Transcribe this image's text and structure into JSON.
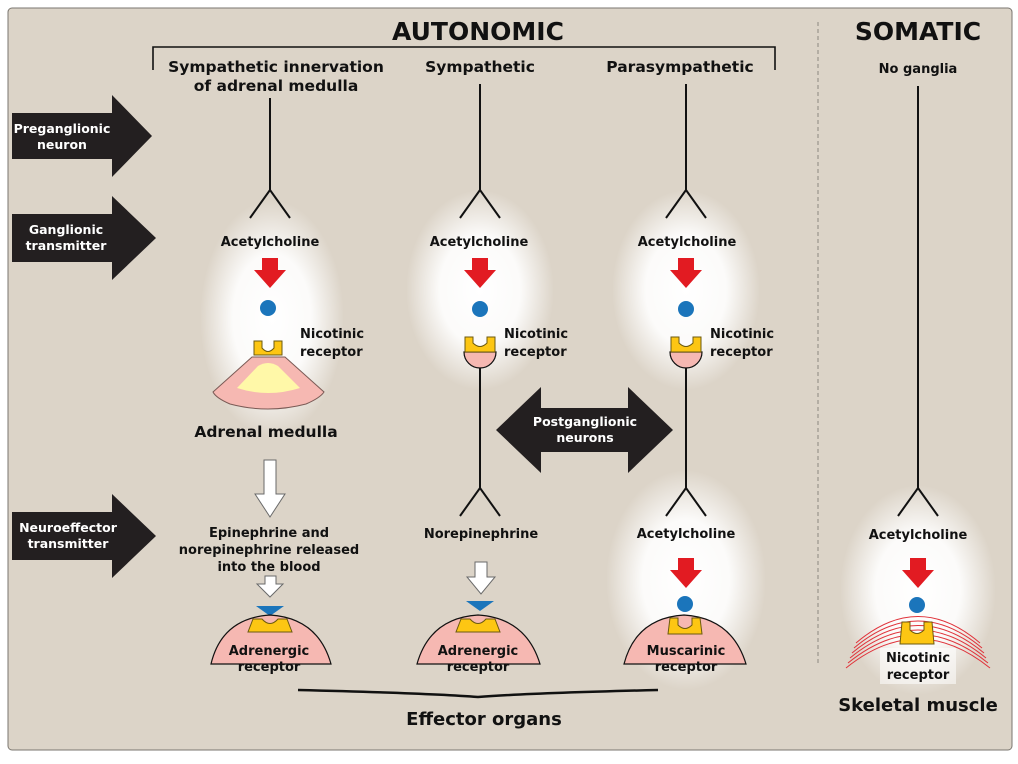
{
  "sections": {
    "autonomic": "AUTONOMIC",
    "somatic": "SOMATIC"
  },
  "columns": {
    "adrenal": {
      "title_line1": "Sympathetic innervation",
      "title_line2": "of adrenal medulla"
    },
    "sympathetic": {
      "title": "Sympathetic"
    },
    "parasympathetic": {
      "title": "Parasympathetic"
    },
    "somatic": {
      "title": "No ganglia"
    }
  },
  "row_labels": {
    "preganglionic": [
      "Preganglionic",
      "neuron"
    ],
    "ganglionic": [
      "Ganglionic",
      "transmitter"
    ],
    "neuroeffector": [
      "Neuroeffector",
      "transmitter"
    ],
    "postganglionic": [
      "Postganglionic",
      "neurons"
    ]
  },
  "ganglionic_transmitter": "Acetylcholine",
  "ganglionic_receptor": [
    "Nicotinic",
    "receptor"
  ],
  "adrenal_medulla": "Adrenal medulla",
  "neuroeffector": {
    "adrenal": [
      "Epinephrine and",
      "norepinephrine released",
      "into the blood"
    ],
    "sympathetic": "Norepinephrine",
    "parasympathetic": "Acetylcholine",
    "somatic": "Acetylcholine"
  },
  "effector_receptors": {
    "adrenal": [
      "Adrenergic",
      "receptor"
    ],
    "sympathetic": [
      "Adrenergic",
      "receptor"
    ],
    "parasympathetic": [
      "Muscarinic",
      "receptor"
    ],
    "somatic": [
      "Nicotinic",
      "receptor"
    ]
  },
  "effector_organs": "Effector organs",
  "skeletal_muscle": "Skeletal muscle",
  "colors": {
    "background": "#dcd4c8",
    "red_arrow": "#e21b22",
    "blue_dot": "#1b75bb",
    "receptor_yellow": "#fdc613",
    "pink_tissue": "#f6b8b2",
    "dark_arrow": "#231f20",
    "muscle_red": "#e0323a"
  }
}
